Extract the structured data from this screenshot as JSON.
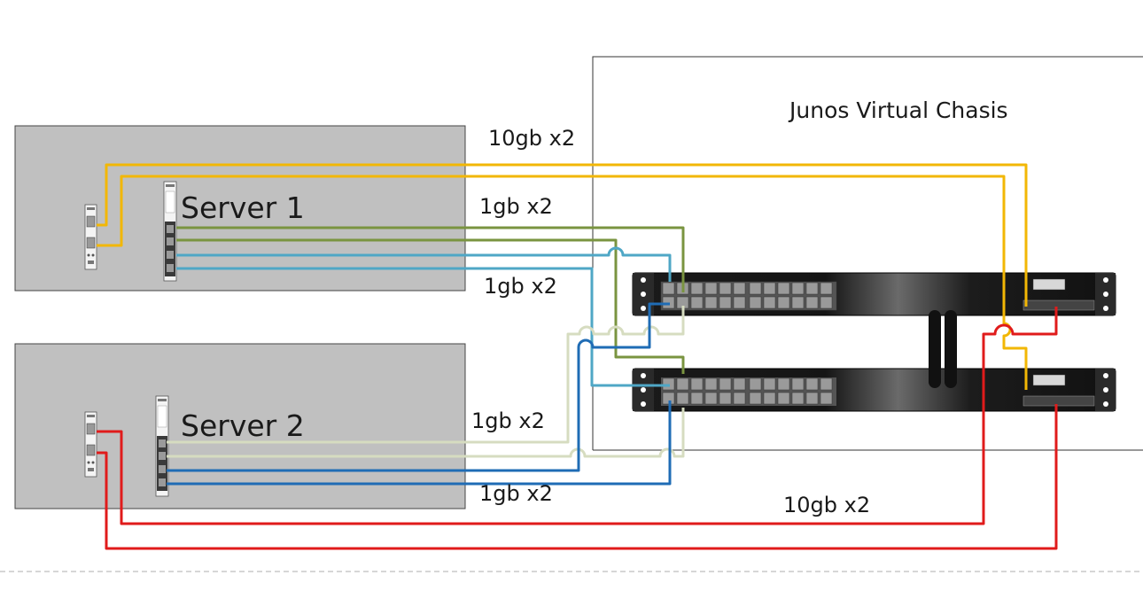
{
  "chassis": {
    "title": "Junos Virtual Chasis"
  },
  "servers": [
    {
      "label": "Server 1"
    },
    {
      "label": "Server 2"
    }
  ],
  "link_labels": {
    "s1_10g": "10gb x2",
    "s1_1g_a": "1gb x2",
    "s1_1g_b": "1gb x2",
    "s2_1g_a": "1gb x2",
    "s2_1g_b": "1gb x2",
    "s2_10g": "10gb x2"
  },
  "colors": {
    "link_10g_server1": "#f2b705",
    "link_10g_server2": "#e01b1b",
    "link_1g_green": "#7a9440",
    "link_1g_lightblue": "#4fa7c6",
    "link_1g_beige": "#d6dcc0",
    "link_1g_blue": "#1f6cb5",
    "server_panel": "#c0c0c0"
  }
}
